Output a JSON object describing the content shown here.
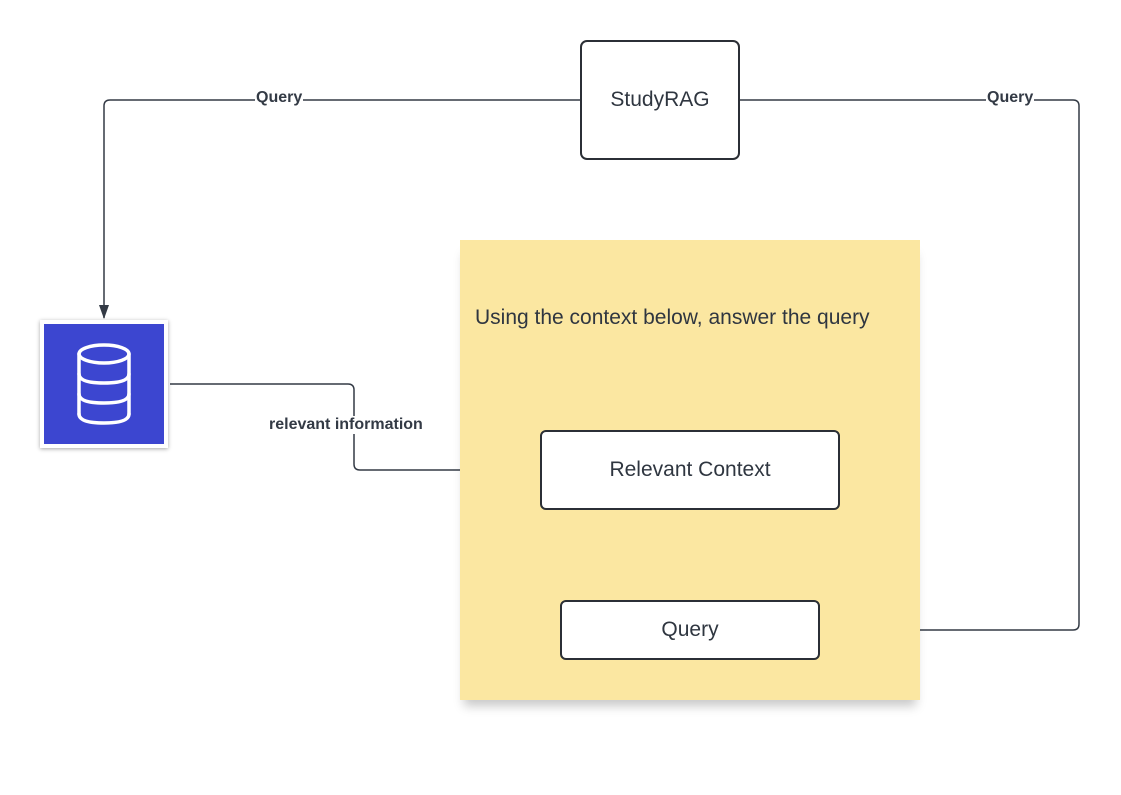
{
  "diagram": {
    "nodes": {
      "app": {
        "label": "StudyRAG"
      },
      "database": {
        "icon": "database-icon",
        "color": "#3c46d0"
      },
      "prompt_note": {
        "title": "Using the context below, answer the query",
        "color": "#fbe7a1"
      },
      "context_box": {
        "label": "Relevant Context"
      },
      "query_box": {
        "label": "Query"
      }
    },
    "edges": [
      {
        "from": "app",
        "to": "database",
        "label": "Query"
      },
      {
        "from": "app",
        "to": "query_box",
        "label": "Query"
      },
      {
        "from": "database",
        "to": "context_box",
        "label": "relevant information"
      }
    ]
  }
}
